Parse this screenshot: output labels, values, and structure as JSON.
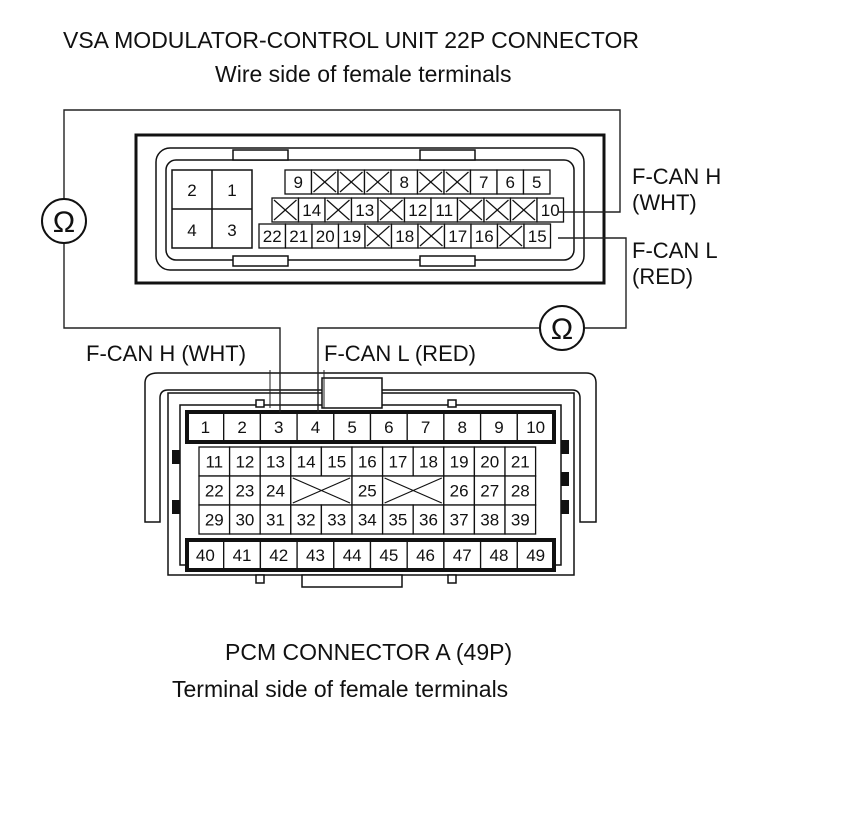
{
  "vsa": {
    "title": "VSA MODULATOR-CONTROL UNIT 22P CONNECTOR",
    "subtitle": "Wire side of female terminals",
    "pins": [
      "1",
      "2",
      "3",
      "4",
      "5",
      "6",
      "7",
      "8",
      "9",
      "10",
      "11",
      "12",
      "13",
      "14",
      "15",
      "16",
      "17",
      "18",
      "19",
      "20",
      "21",
      "22"
    ]
  },
  "pcm": {
    "title": "PCM CONNECTOR A (49P)",
    "subtitle": "Terminal side of female terminals",
    "pins": [
      "1",
      "2",
      "3",
      "4",
      "5",
      "6",
      "7",
      "8",
      "9",
      "10",
      "11",
      "12",
      "13",
      "14",
      "15",
      "16",
      "17",
      "18",
      "19",
      "20",
      "21",
      "22",
      "23",
      "24",
      "25",
      "26",
      "27",
      "28",
      "29",
      "30",
      "31",
      "32",
      "33",
      "34",
      "35",
      "36",
      "37",
      "38",
      "39",
      "40",
      "41",
      "42",
      "43",
      "44",
      "45",
      "46",
      "47",
      "48",
      "49"
    ]
  },
  "labels": {
    "fcan_h_top_line1": "F-CAN H",
    "fcan_h_top_line2": "(WHT)",
    "fcan_l_top_line1": "F-CAN L",
    "fcan_l_top_line2": "(RED)",
    "fcan_h_pcm": "F-CAN H (WHT)",
    "fcan_l_pcm": "F-CAN L (RED)"
  },
  "meter_symbol": "Ω"
}
